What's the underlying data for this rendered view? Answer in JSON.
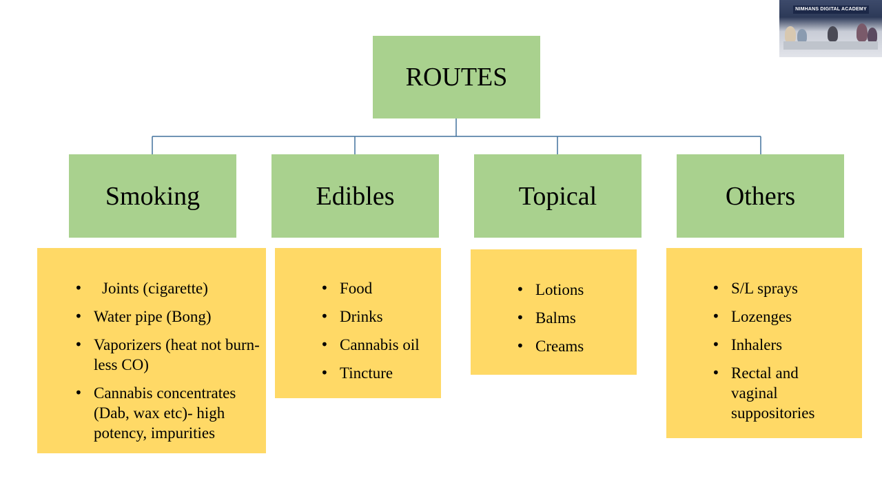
{
  "video": {
    "banner": "NIMHANS DIGITAL ACADEMY"
  },
  "diagram": {
    "root": "ROUTES",
    "categories": [
      {
        "label": "Smoking",
        "items": [
          "Joints (cigarette)",
          "Water pipe (Bong)",
          "Vaporizers (heat not burn-less CO)",
          "Cannabis concentrates (Dab, wax etc)- high potency, impurities"
        ]
      },
      {
        "label": "Edibles",
        "items": [
          "Food",
          "Drinks",
          "Cannabis oil",
          "Tincture"
        ]
      },
      {
        "label": "Topical",
        "items": [
          "Lotions",
          "Balms",
          "Creams"
        ]
      },
      {
        "label": "Others",
        "items": [
          "S/L sprays",
          "Lozenges",
          "Inhalers",
          "Rectal and vaginal suppositories"
        ]
      }
    ]
  },
  "colors": {
    "green_box": "#a9d18e",
    "yellow_box": "#ffd966",
    "connector": "#41719c"
  }
}
